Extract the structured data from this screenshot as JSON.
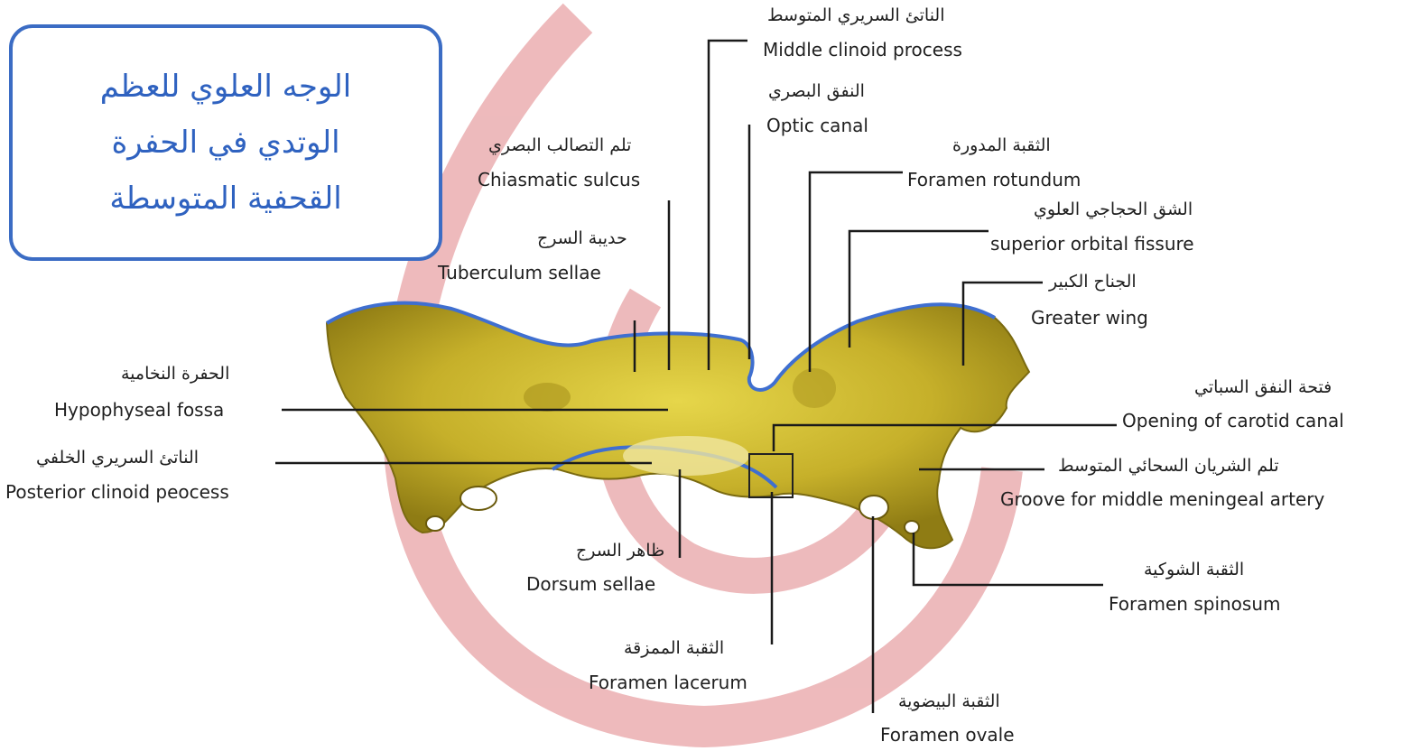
{
  "title_lines": [
    "الوجه العلوي للعظم",
    "الوتدي في الحفرة",
    "القحفية المتوسطة"
  ],
  "labels": {
    "middle_clinoid": {
      "ar": "الناتئ السريري المتوسط",
      "en": "Middle clinoid process"
    },
    "optic_canal": {
      "ar": "النفق البصري",
      "en": "Optic canal"
    },
    "chiasmatic_sulcus": {
      "ar": "تلم التصالب البصري",
      "en": "Chiasmatic sulcus"
    },
    "foramen_rotundum": {
      "ar": "الثقبة المدورة",
      "en": "Foramen rotundum"
    },
    "superior_orbital_fissure": {
      "ar": "الشق الحجاجي العلوي",
      "en": "superior orbital fissure"
    },
    "tuberculum_sellae": {
      "ar": "حديبة السرج",
      "en": "Tuberculum sellae"
    },
    "greater_wing": {
      "ar": "الجناح الكبير",
      "en": "Greater wing"
    },
    "hypophyseal_fossa": {
      "ar": "الحفرة النخامية",
      "en": "Hypophyseal fossa"
    },
    "carotid_canal": {
      "ar": "فتحة النفق السباتي",
      "en": "Opening of carotid canal"
    },
    "posterior_clinoid": {
      "ar": "الناتئ السريري الخلفي",
      "en": "Posterior clinoid peocess"
    },
    "meningeal_groove": {
      "ar": "تلم الشريان السحائي المتوسط",
      "en": "Groove for middle meningeal artery"
    },
    "dorsum_sellae": {
      "ar": "ظاهر السرج",
      "en": "Dorsum sellae"
    },
    "foramen_spinosum": {
      "ar": "الثقبة الشوكية",
      "en": "Foramen spinosum"
    },
    "foramen_lacerum": {
      "ar": "الثقبة الممزقة",
      "en": "Foramen lacerum"
    },
    "foramen_ovale": {
      "ar": "الثقبة البيضوية",
      "en": "Foramen ovale"
    }
  },
  "colors": {
    "title": "#2f62c0",
    "title_border": "#3b6cc4",
    "bone": "#c9b52a",
    "bone_outline": "#3f6fd0",
    "leader_lines": "#1a1a1a",
    "watermark": "#e8a3a6"
  }
}
